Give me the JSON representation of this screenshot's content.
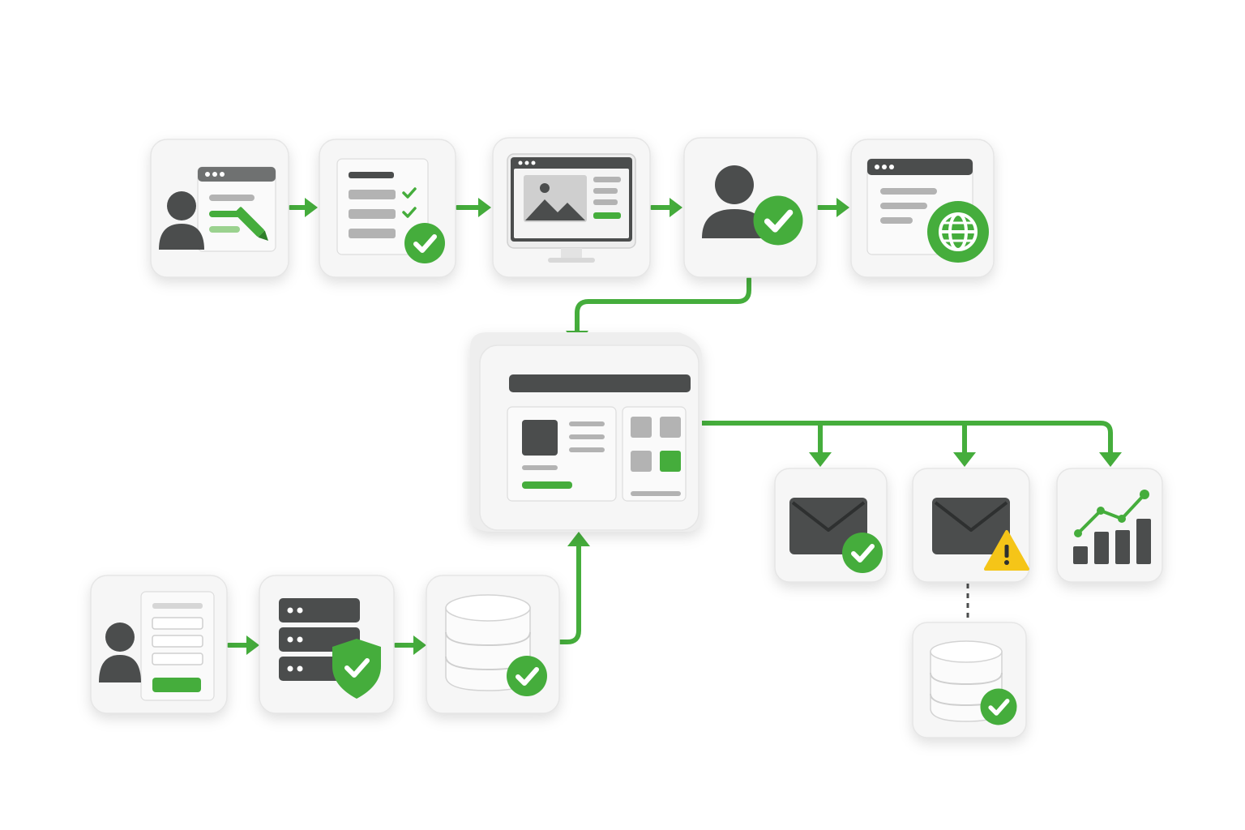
{
  "diagram": {
    "colors": {
      "accent": "#45ad3c",
      "dark": "#4b4d4d",
      "tile": "#f6f6f6",
      "warning": "#f5c518"
    },
    "top_row": [
      {
        "id": "user-edit-form",
        "icons": [
          "user-icon",
          "browser-window-icon",
          "pencil-icon"
        ]
      },
      {
        "id": "checklist-approved",
        "icons": [
          "checklist-icon",
          "check-badge-icon"
        ]
      },
      {
        "id": "monitor-content",
        "icons": [
          "monitor-icon",
          "image-icon"
        ]
      },
      {
        "id": "user-verified",
        "icons": [
          "user-icon",
          "check-badge-icon"
        ]
      },
      {
        "id": "web-publish",
        "icons": [
          "browser-window-icon",
          "globe-icon"
        ]
      }
    ],
    "hub": {
      "id": "dashboard-hub",
      "icons": [
        "dashboard-icon"
      ]
    },
    "bottom_row": [
      {
        "id": "user-registration",
        "icons": [
          "user-icon",
          "form-icon"
        ]
      },
      {
        "id": "secure-server",
        "icons": [
          "server-rack-icon",
          "shield-check-icon"
        ]
      },
      {
        "id": "database-verified",
        "icons": [
          "database-icon",
          "check-badge-icon"
        ]
      }
    ],
    "outputs": [
      {
        "id": "email-sent",
        "icons": [
          "envelope-icon",
          "check-badge-icon"
        ]
      },
      {
        "id": "email-warning",
        "icons": [
          "envelope-icon",
          "warning-icon"
        ]
      },
      {
        "id": "analytics",
        "icons": [
          "bar-chart-icon",
          "trend-line-icon"
        ]
      }
    ],
    "linked_store": {
      "id": "database-backup",
      "icons": [
        "database-icon",
        "check-badge-icon"
      ]
    }
  }
}
